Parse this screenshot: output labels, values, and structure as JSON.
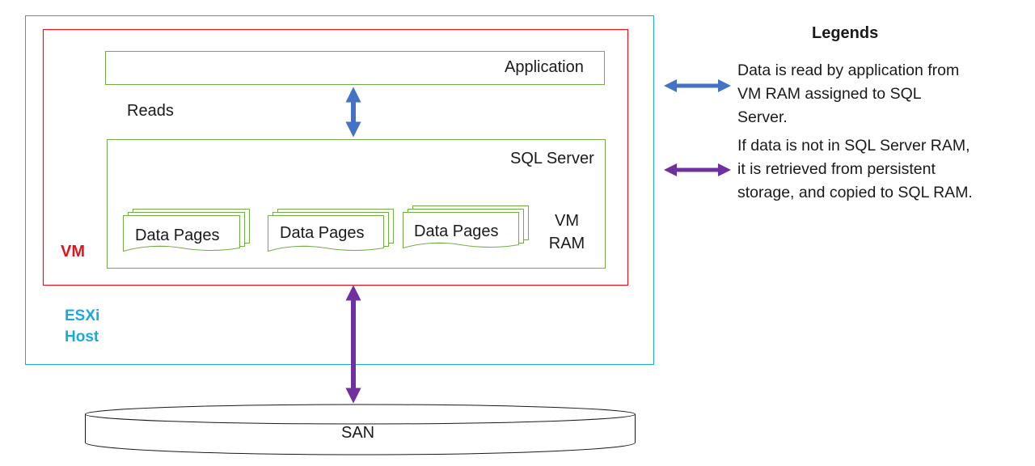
{
  "host": {
    "label_line1": "ESXi",
    "label_line2": "Host",
    "color": "#1ba9dc"
  },
  "vm": {
    "label": "VM",
    "color": "#e0151c"
  },
  "application": {
    "label": "Application"
  },
  "reads": {
    "label": "Reads"
  },
  "sql_server": {
    "label": "SQL Server",
    "ram_label_line1": "VM",
    "ram_label_line2": "RAM",
    "data_pages": [
      "Data Pages",
      "Data Pages",
      "Data Pages"
    ]
  },
  "san": {
    "label": "SAN"
  },
  "legends": {
    "title": "Legends",
    "items": [
      {
        "lines": [
          "Data is read by application from",
          "VM RAM assigned to SQL",
          "Server."
        ],
        "arrow_color": "#4472c4"
      },
      {
        "lines": [
          "If data is not in SQL Server RAM,",
          "it is retrieved from persistent",
          "storage, and copied to SQL RAM."
        ],
        "arrow_color": "#7030a0"
      }
    ]
  },
  "colors": {
    "box_border_green": "#70ad47",
    "blue_arrow": "#4472c4",
    "purple_arrow": "#7030a0"
  }
}
